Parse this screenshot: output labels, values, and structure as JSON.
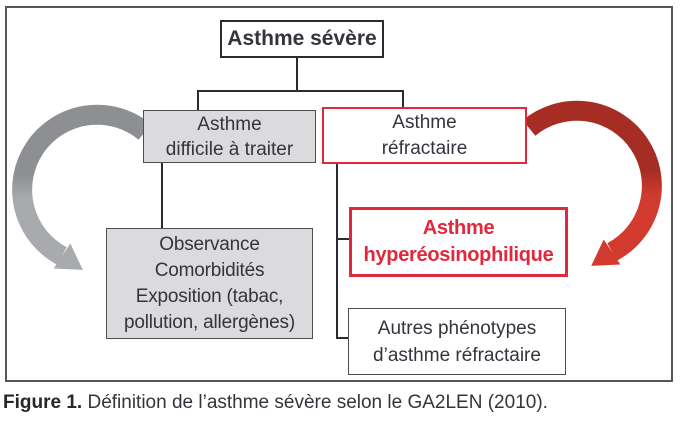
{
  "figure": {
    "nodes": {
      "severe": {
        "label": "Asthme sévère"
      },
      "difficile": {
        "lines": [
          "Asthme",
          "difficile à traiter"
        ]
      },
      "refractaire": {
        "lines": [
          "Asthme",
          "réfractaire"
        ]
      },
      "observance": {
        "lines": [
          "Observance",
          "Comorbidités",
          "Exposition (tabac,",
          "pollution, allergènes)"
        ]
      },
      "hyper": {
        "lines": [
          "Asthme",
          "hyperéosinophilique"
        ]
      },
      "autres": {
        "lines": [
          "Autres phénotypes",
          "d’asthme réfractaire"
        ]
      }
    },
    "icons": {
      "left_arrow": "curved-arrow-gray",
      "right_arrow": "curved-arrow-red"
    },
    "colors": {
      "red": "#e0293c",
      "gray_fill": "#dbdbdd",
      "box_border": "#4d4d52",
      "line": "#2b2b31",
      "frame": "#55565a",
      "text": "#34343c",
      "arrow_gray_dark": "#8d8f92",
      "arrow_gray_light": "#a8aaad",
      "arrow_red_dark": "#a52d24",
      "arrow_red_light": "#d23a2e"
    }
  },
  "caption": {
    "label": "Figure 1.",
    "text": "Définition de l’asthme sévère selon le GA2LEN (2010)."
  }
}
